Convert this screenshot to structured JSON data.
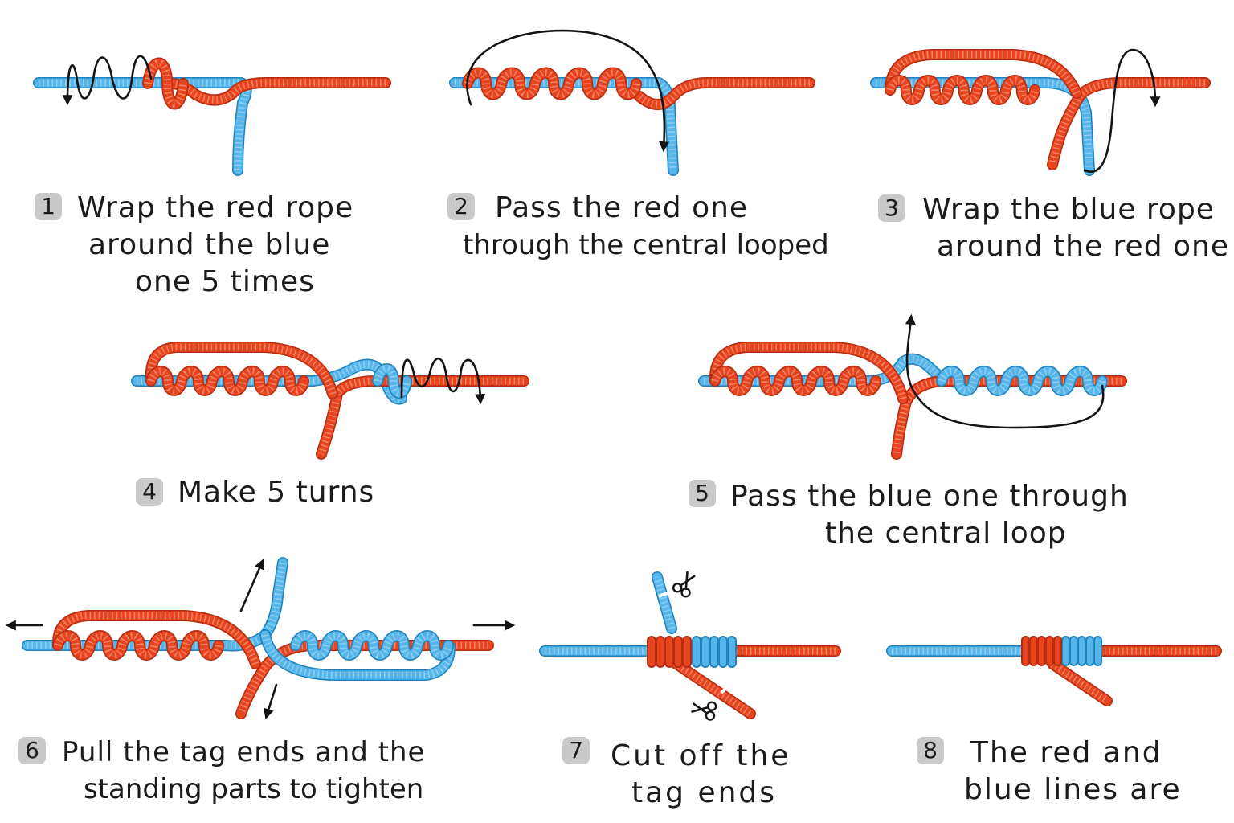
{
  "colors": {
    "red_rope": "#e8451f",
    "red_rope_dark": "#b62c10",
    "blue_rope": "#56b6ea",
    "blue_rope_dark": "#1d82bd",
    "arrow": "#141414",
    "badge": "#c9c9c9"
  },
  "icons": [
    "arrow-icon",
    "scissors-icon"
  ],
  "steps": [
    {
      "number": "1",
      "lines": [
        "Wrap the red rope",
        "around the blue",
        "one 5 times"
      ]
    },
    {
      "number": "2",
      "lines": [
        "Pass the red one",
        "through the central looped"
      ]
    },
    {
      "number": "3",
      "lines": [
        "Wrap the blue rope",
        "around the red one"
      ]
    },
    {
      "number": "4",
      "lines": [
        "Make 5 turns"
      ]
    },
    {
      "number": "5",
      "lines": [
        "Pass the blue one through",
        "the central loop"
      ]
    },
    {
      "number": "6",
      "lines": [
        "Pull the tag ends and the",
        "standing parts to tighten"
      ]
    },
    {
      "number": "7",
      "lines": [
        "Cut off the",
        "tag ends"
      ]
    },
    {
      "number": "8",
      "lines": [
        "The red and",
        "blue lines are"
      ]
    }
  ]
}
